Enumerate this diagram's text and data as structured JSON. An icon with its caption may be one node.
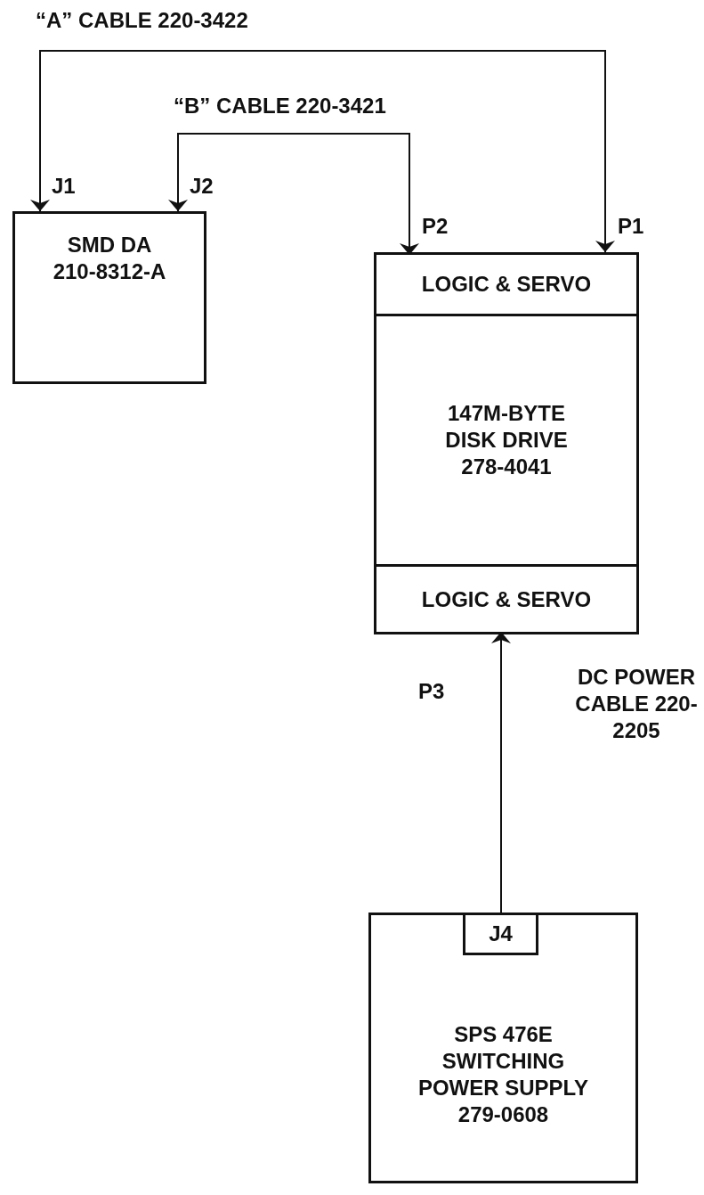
{
  "diagram": {
    "nodes": [
      {
        "text": [
          "SMD DA 210-8312-A"
        ]
      },
      {
        "text": [
          "147M-BYTE DISK DRIVE 278-4041"
        ]
      },
      {
        "text": [
          "LOGIC & SERVO"
        ],
        "in": 1
      },
      {
        "text": [
          "LOGIC & SERVO"
        ],
        "in": 1
      },
      {
        "text": [
          "SPS 476E SWITCHING POWER SUPPLY 279-0608"
        ]
      },
      {
        "text": [
          "J4"
        ],
        "in": 4
      }
    ],
    "edges": [
      {
        "from": 0,
        "to": 1,
        "arrow": "both",
        "label": "“A” CABLE 220-3422"
      },
      {
        "from": 0,
        "to": 2,
        "arrow": "both",
        "label": "“B” CABLE 220-3421"
      },
      {
        "from": 5,
        "to": 3,
        "arrow": "to",
        "label": "DC POWER CABLE 220-2205"
      }
    ],
    "labels": [
      "J1",
      "J2",
      "P2",
      "P1",
      "P3"
    ]
  }
}
